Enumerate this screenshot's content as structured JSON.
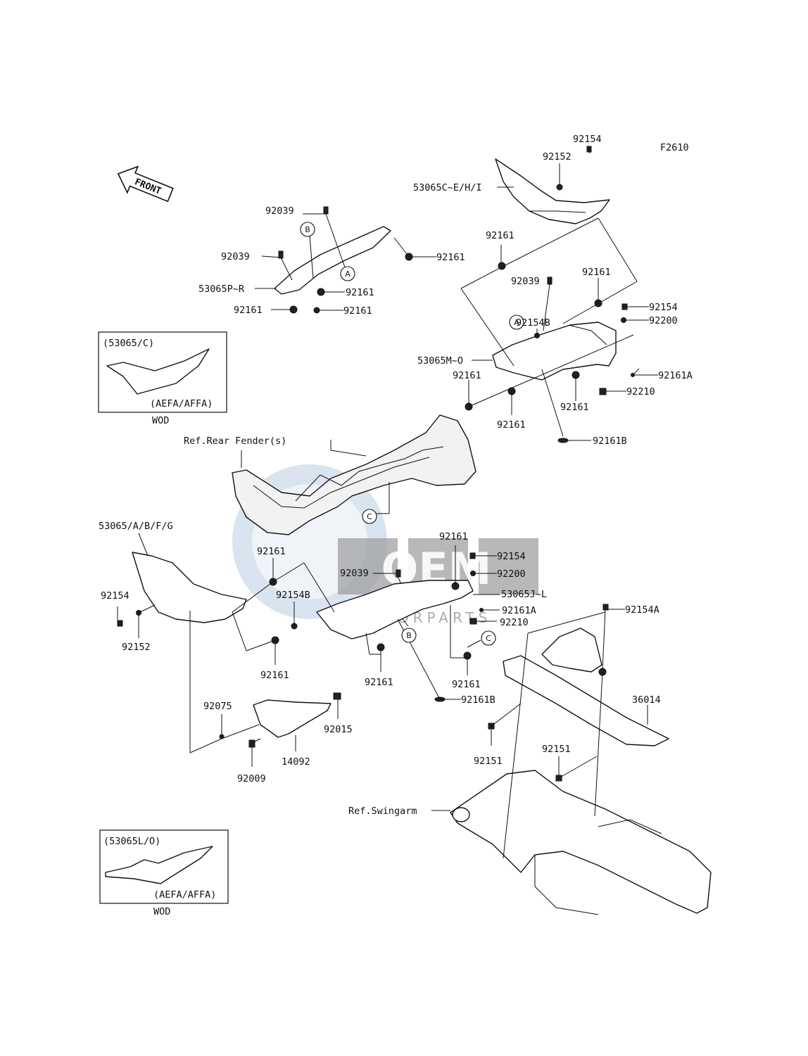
{
  "figure_code": "F2610",
  "front_arrow_text": "FRONT",
  "watermark": {
    "brand": "OEM",
    "sub": "MOTORPARTS"
  },
  "insets": [
    {
      "code": "(53065/C)",
      "market": "(AEFA/AFFA)",
      "tag": "WOD"
    },
    {
      "code": "(53065L/O)",
      "market": "(AEFA/AFFA)",
      "tag": "WOD"
    }
  ],
  "callouts": {
    "a": "A",
    "b": "B",
    "c": "C"
  },
  "labels": {
    "p92154_top": "92154",
    "p92152_top": "92152",
    "p53065CEHI": "53065C~E/H/I",
    "p92039_a": "92039",
    "p92039_b": "92039",
    "p92161_a": "92161",
    "p53065PR": "53065P~R",
    "p92161_b": "92161",
    "p92161_c": "92161",
    "p92161_d": "92161",
    "p92161_e": "92161",
    "p92039_c": "92039",
    "p92161_f": "92161",
    "p92154B_a": "92154B",
    "p92154_b": "92154",
    "p92200_a": "92200",
    "p53065MO": "53065M~O",
    "p92161A_a": "92161A",
    "p92161_g": "92161",
    "p92210_a": "92210",
    "p92161_h": "92161",
    "p92161_i": "92161",
    "p92161B_a": "92161B",
    "ref_rear_fender": "Ref.Rear Fender(s)",
    "p53065ABFG": "53065/A/B/F/G",
    "p92161_j": "92161",
    "p92039_d": "92039",
    "p92161_k": "92161",
    "p92154_c": "92154",
    "p92200_b": "92200",
    "p92154B_b": "92154B",
    "p53065JL": "53065J~L",
    "p92154_d": "92154",
    "p92161A_b": "92161A",
    "p92210_b": "92210",
    "p92154A": "92154A",
    "p92152_b": "92152",
    "p92161_l": "92161",
    "p92161_m": "92161",
    "p92161_n": "92161",
    "p92161B_b": "92161B",
    "p36014": "36014",
    "p92075": "92075",
    "p92015": "92015",
    "p14092": "14092",
    "p92009": "92009",
    "p92151_a": "92151",
    "p92151_b": "92151",
    "ref_swingarm": "Ref.Swingarm"
  }
}
